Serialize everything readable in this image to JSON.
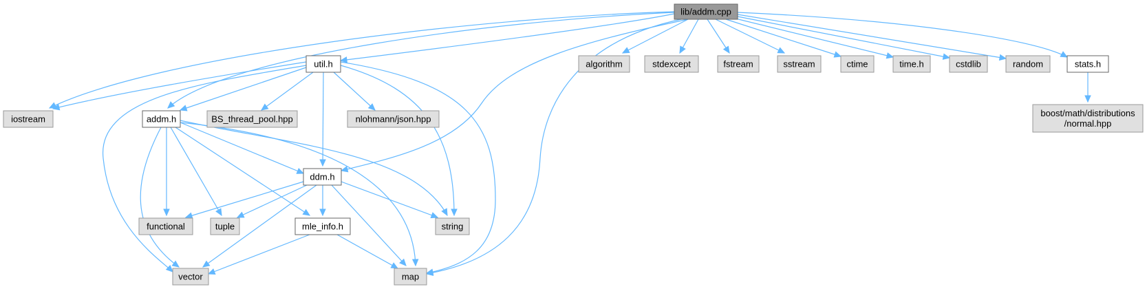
{
  "graph": {
    "colors": {
      "edge": "#63b8ff",
      "root_fill": "#999999",
      "root_stroke": "#666666",
      "project_fill": "#ffffff",
      "project_stroke": "#666666",
      "system_fill": "#e0e0e0",
      "system_stroke": "#999999"
    },
    "nodes": [
      {
        "id": "addm_cpp",
        "kind": "root",
        "lines": [
          "lib/addm.cpp"
        ]
      },
      {
        "id": "iostream",
        "kind": "system",
        "lines": [
          "iostream"
        ]
      },
      {
        "id": "util_h",
        "kind": "project",
        "lines": [
          "util.h"
        ]
      },
      {
        "id": "addm_h",
        "kind": "project",
        "lines": [
          "addm.h"
        ]
      },
      {
        "id": "bs_thread_pool",
        "kind": "system",
        "lines": [
          "BS_thread_pool.hpp"
        ]
      },
      {
        "id": "nlohmann_json",
        "kind": "system",
        "lines": [
          "nlohmann/json.hpp"
        ]
      },
      {
        "id": "ddm_h",
        "kind": "project",
        "lines": [
          "ddm.h"
        ]
      },
      {
        "id": "functional",
        "kind": "system",
        "lines": [
          "functional"
        ]
      },
      {
        "id": "tuple",
        "kind": "system",
        "lines": [
          "tuple"
        ]
      },
      {
        "id": "mle_info_h",
        "kind": "project",
        "lines": [
          "mle_info.h"
        ]
      },
      {
        "id": "string",
        "kind": "system",
        "lines": [
          "string"
        ]
      },
      {
        "id": "vector",
        "kind": "system",
        "lines": [
          "vector"
        ]
      },
      {
        "id": "map",
        "kind": "system",
        "lines": [
          "map"
        ]
      },
      {
        "id": "algorithm",
        "kind": "system",
        "lines": [
          "algorithm"
        ]
      },
      {
        "id": "stdexcept",
        "kind": "system",
        "lines": [
          "stdexcept"
        ]
      },
      {
        "id": "fstream",
        "kind": "system",
        "lines": [
          "fstream"
        ]
      },
      {
        "id": "sstream",
        "kind": "system",
        "lines": [
          "sstream"
        ]
      },
      {
        "id": "ctime",
        "kind": "system",
        "lines": [
          "ctime"
        ]
      },
      {
        "id": "time_h",
        "kind": "system",
        "lines": [
          "time.h"
        ]
      },
      {
        "id": "cstdlib",
        "kind": "system",
        "lines": [
          "cstdlib"
        ]
      },
      {
        "id": "random",
        "kind": "system",
        "lines": [
          "random"
        ]
      },
      {
        "id": "stats_h",
        "kind": "project",
        "lines": [
          "stats.h"
        ]
      },
      {
        "id": "boost_normal",
        "kind": "system",
        "lines": [
          "boost/math/distributions",
          "/normal.hpp"
        ]
      }
    ],
    "edges": [
      {
        "from": "addm_cpp",
        "to": "iostream"
      },
      {
        "from": "addm_cpp",
        "to": "addm_h"
      },
      {
        "from": "addm_cpp",
        "to": "util_h"
      },
      {
        "from": "addm_cpp",
        "to": "ddm_h"
      },
      {
        "from": "addm_cpp",
        "to": "map"
      },
      {
        "from": "addm_cpp",
        "to": "algorithm"
      },
      {
        "from": "addm_cpp",
        "to": "stdexcept"
      },
      {
        "from": "addm_cpp",
        "to": "fstream"
      },
      {
        "from": "addm_cpp",
        "to": "sstream"
      },
      {
        "from": "addm_cpp",
        "to": "ctime"
      },
      {
        "from": "addm_cpp",
        "to": "time_h"
      },
      {
        "from": "addm_cpp",
        "to": "cstdlib"
      },
      {
        "from": "addm_cpp",
        "to": "random"
      },
      {
        "from": "addm_cpp",
        "to": "stats_h"
      },
      {
        "from": "util_h",
        "to": "iostream"
      },
      {
        "from": "util_h",
        "to": "addm_h"
      },
      {
        "from": "util_h",
        "to": "vector"
      },
      {
        "from": "util_h",
        "to": "bs_thread_pool"
      },
      {
        "from": "util_h",
        "to": "ddm_h"
      },
      {
        "from": "util_h",
        "to": "nlohmann_json"
      },
      {
        "from": "util_h",
        "to": "string"
      },
      {
        "from": "util_h",
        "to": "map"
      },
      {
        "from": "addm_h",
        "to": "ddm_h"
      },
      {
        "from": "addm_h",
        "to": "functional"
      },
      {
        "from": "addm_h",
        "to": "tuple"
      },
      {
        "from": "addm_h",
        "to": "vector"
      },
      {
        "from": "addm_h",
        "to": "mle_info_h"
      },
      {
        "from": "addm_h",
        "to": "string"
      },
      {
        "from": "addm_h",
        "to": "map"
      },
      {
        "from": "ddm_h",
        "to": "functional"
      },
      {
        "from": "ddm_h",
        "to": "tuple"
      },
      {
        "from": "ddm_h",
        "to": "vector"
      },
      {
        "from": "ddm_h",
        "to": "mle_info_h"
      },
      {
        "from": "ddm_h",
        "to": "string"
      },
      {
        "from": "ddm_h",
        "to": "map"
      },
      {
        "from": "mle_info_h",
        "to": "vector"
      },
      {
        "from": "mle_info_h",
        "to": "map"
      },
      {
        "from": "stats_h",
        "to": "boost_normal"
      }
    ]
  }
}
